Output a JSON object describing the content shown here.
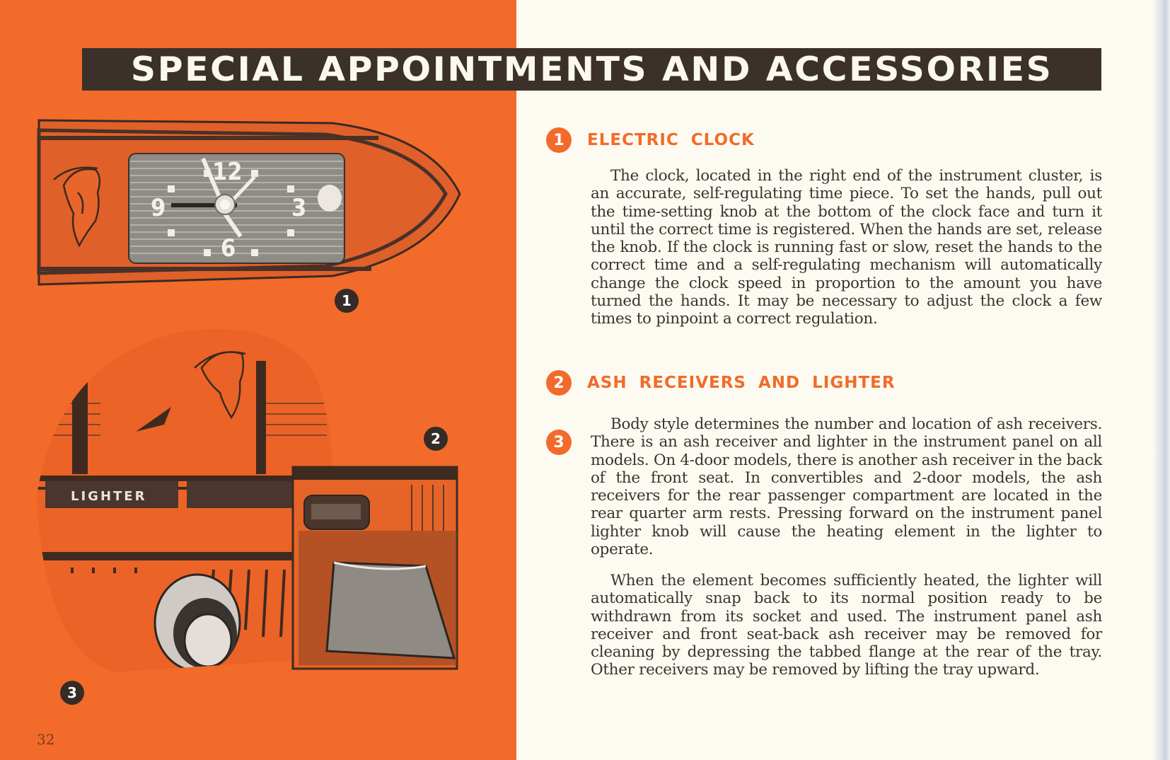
{
  "page": {
    "title": "SPECIAL APPOINTMENTS AND ACCESSORIES",
    "page_number": "32",
    "colors": {
      "accent_orange": "#f26b2a",
      "banner_dark": "#3b302a",
      "paper": "#fdfbf1",
      "body_text": "#3a3430",
      "callout_dark": "#352b27"
    }
  },
  "illustrations": {
    "clock": {
      "description": "Electric clock in right end of instrument cluster",
      "dial_numbers": [
        "12",
        "3",
        "6",
        "9"
      ],
      "callout": "1"
    },
    "lighter": {
      "description": "Instrument panel lighter and ash receiver",
      "label": "LIGHTER",
      "callout": "2"
    },
    "ash_receiver": {
      "description": "Lighter knob and pull-out ash tray",
      "callout": "3"
    }
  },
  "sections": [
    {
      "number": "1",
      "title": "ELECTRIC CLOCK",
      "paragraphs": [
        "The clock, located in the right end of the instrument cluster, is an accurate, self-regulating time piece. To set the hands, pull out the time-setting knob at the bottom of the clock face and turn it until the correct time is registered. When the hands are set, release the knob. If the clock is running fast or slow, reset the hands to the correct time and a self-regulating mechanism will automatically change the clock speed in proportion to the amount you have turned the hands. It may be necessary to adjust the clock a few times to pinpoint a correct regulation."
      ]
    },
    {
      "number": "2",
      "extra_number": "3",
      "title": "ASH RECEIVERS AND LIGHTER",
      "paragraphs": [
        "Body style determines the number and location of ash re­ceivers. There is an ash receiver and lighter in the instrument panel on all models. On 4-door models, there is another ash receiver in the back of the front seat. In convertibles and 2-door models, the ash receivers for the rear passenger compart­ment are located in the rear quarter arm rests. Pressing for­ward on the instrument panel lighter knob will cause the heat­ing element in the lighter to operate.",
        "When the element becomes sufficiently heated, the lighter will automatically snap back to its normal position ready to be withdrawn from its socket and used. The instrument panel ash receiver and front seat-back ash receiver may be removed for cleaning by depressing the tabbed flange at the rear of the tray. Other receivers may be removed by lifting the tray up­ward."
      ]
    }
  ]
}
